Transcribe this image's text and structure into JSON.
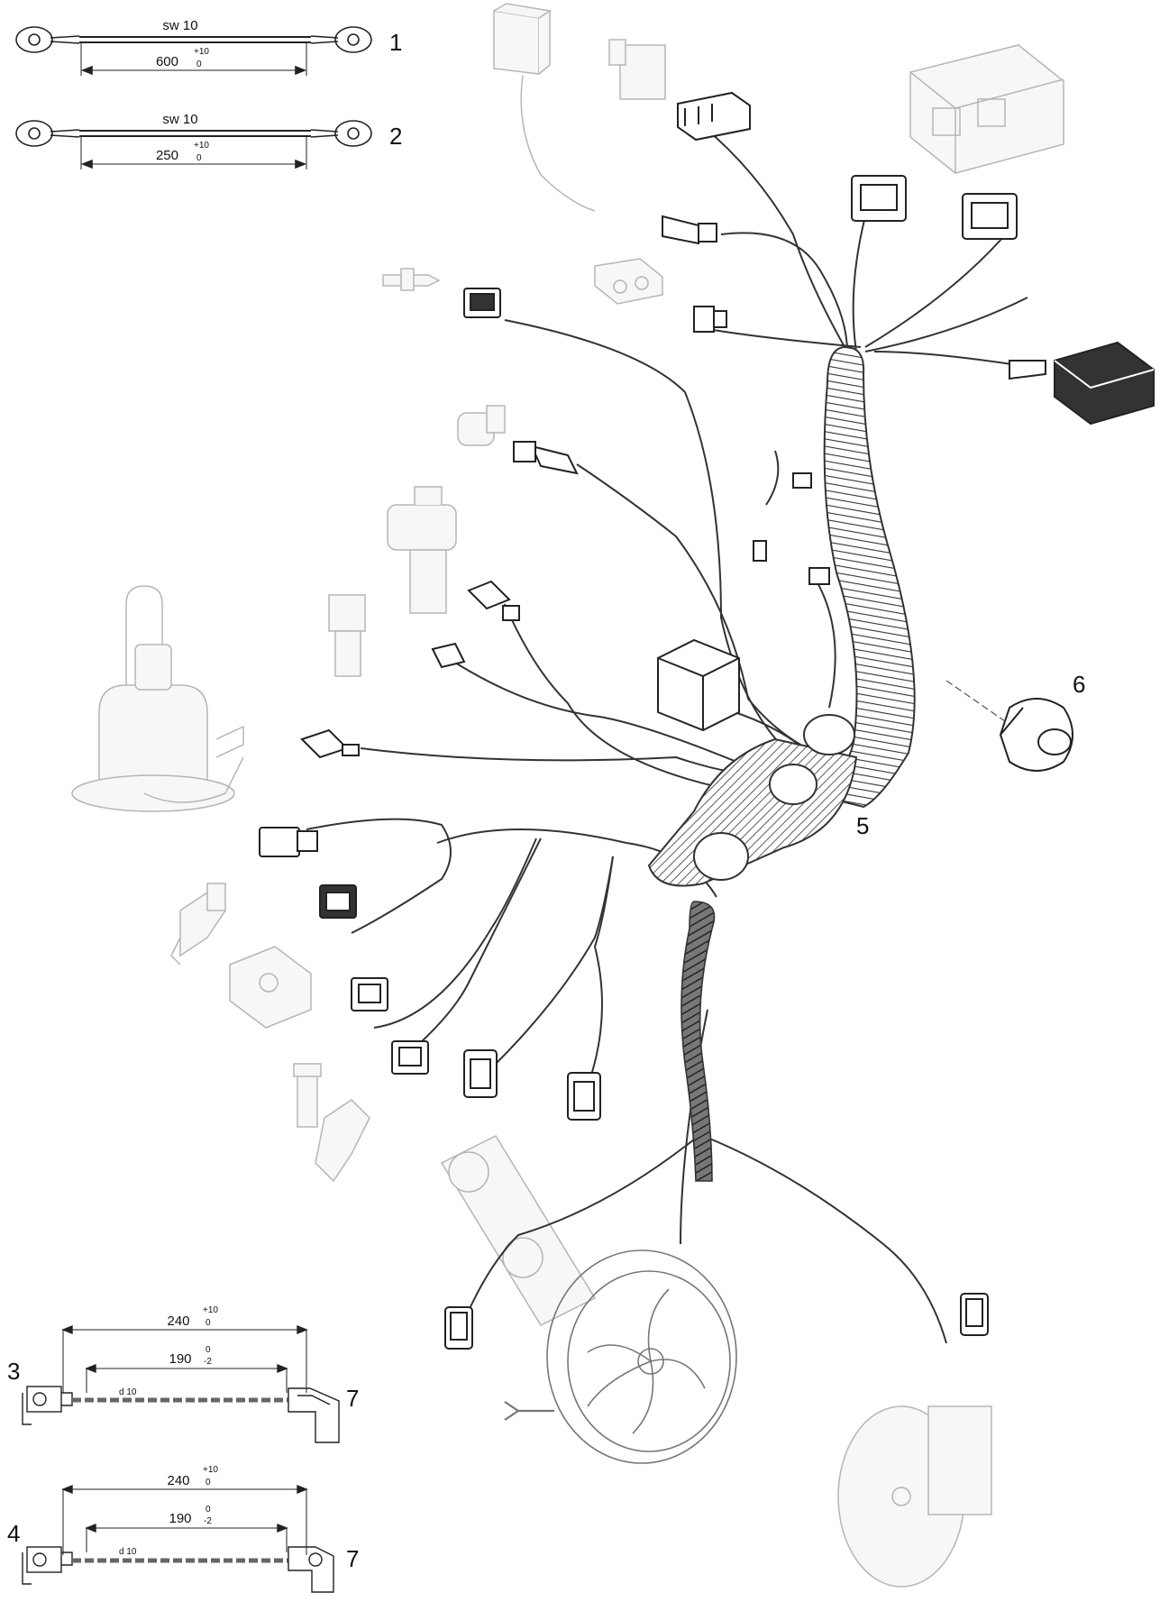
{
  "callouts": {
    "c1": "1",
    "c2": "2",
    "c3": "3",
    "c4": "4",
    "c5": "5",
    "c6": "6",
    "c7a": "7",
    "c7b": "7"
  },
  "cable1": {
    "spec": "sw 10",
    "length": "600",
    "tol_upper": "+10",
    "tol_lower": "0"
  },
  "cable2": {
    "spec": "sw 10",
    "length": "250",
    "tol_upper": "+10",
    "tol_lower": "0"
  },
  "cable3": {
    "overall": "240",
    "overall_tol_upper": "+10",
    "overall_tol_lower": "0",
    "inner": "190",
    "inner_tol_upper": "0",
    "inner_tol_lower": "-2",
    "diameter": "d 10"
  },
  "cable4": {
    "overall": "240",
    "overall_tol_upper": "+10",
    "overall_tol_lower": "0",
    "inner": "190",
    "inner_tol_upper": "0",
    "inner_tol_lower": "-2",
    "diameter": "d 10"
  },
  "colors": {
    "line": "#222222",
    "ghost": "#b5b5b5",
    "sleeve": "#444444"
  }
}
